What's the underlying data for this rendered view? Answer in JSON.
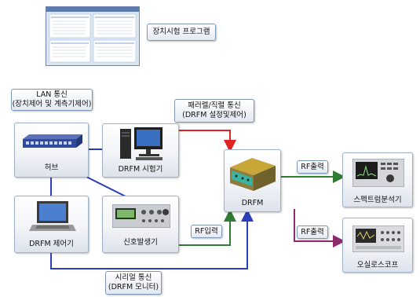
{
  "program_label": "장치시험 프로그램",
  "lan_label": [
    "LAN 통신",
    "(장치제어 및 계측기제어)"
  ],
  "parallel_label": [
    "패러렐/직렬 통신",
    "(DRFM 설정및제어)"
  ],
  "serial_label": [
    "시리얼 통신",
    "(DRFM 모니터)"
  ],
  "rf_in_label": "RF입력",
  "rf_out_label_top": "RF출력",
  "rf_out_label_bottom": "RF출력",
  "nodes": {
    "hub": "허브",
    "drfm_tester": "DRFM 시험기",
    "drfm_controller": "DRFM 제어기",
    "signal_generator": "신호발생기",
    "drfm": "DRFM",
    "spectrum_analyzer": "스펙트럼분석기",
    "oscilloscope": "오실로스코프"
  },
  "colors": {
    "lan_line": "#2d3fb8",
    "parallel_line": "#e02424",
    "rf_in_line": "#2e7d32",
    "rf_out_top_line": "#2e7d32",
    "rf_out_bottom_line": "#8e2a6e",
    "serial_line": "#2d3fb8"
  }
}
